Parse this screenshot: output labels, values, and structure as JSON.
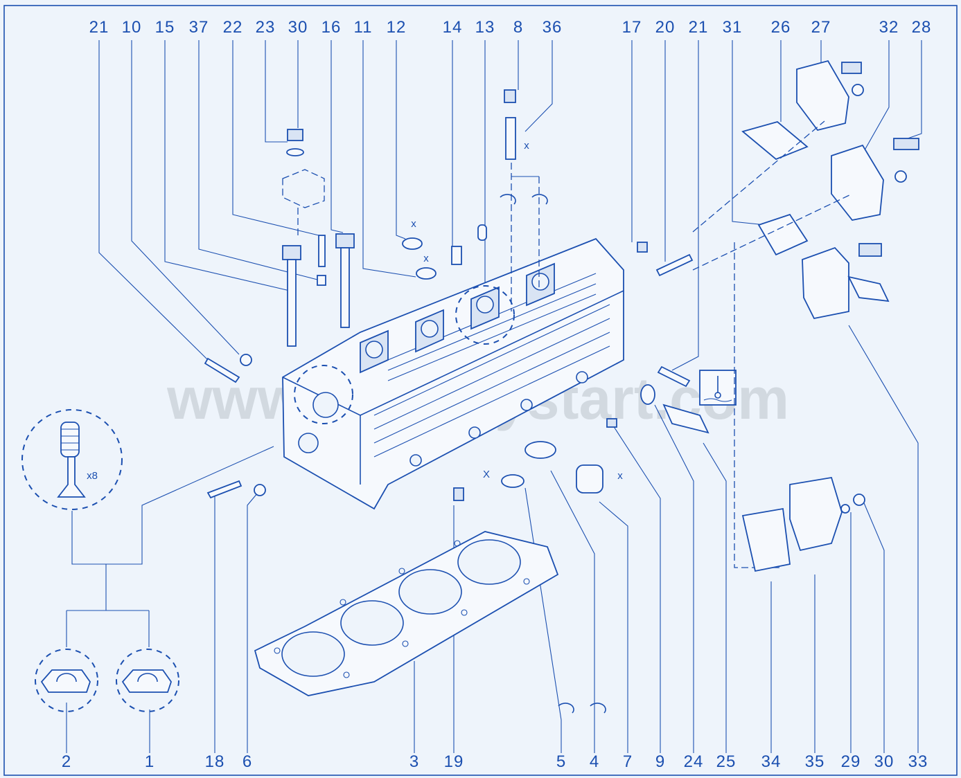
{
  "watermark": "www.partsbystart.com",
  "labels": {
    "top": [
      "21",
      "10",
      "15",
      "37",
      "22",
      "23",
      "30",
      "16",
      "11",
      "12",
      "14",
      "13",
      "8",
      "36",
      "17",
      "20",
      "21",
      "31",
      "26",
      "27",
      "32",
      "28"
    ],
    "bottom": [
      "2",
      "1",
      "18",
      "6",
      "3",
      "19",
      "5",
      "4",
      "7",
      "9",
      "24",
      "25",
      "34",
      "35",
      "29",
      "30",
      "33"
    ]
  },
  "annotations": {
    "multiplier": "x8",
    "dim": "X",
    "dim_small": "x"
  },
  "colors": {
    "ink": "#1b4fb0",
    "paper": "#eef4fb",
    "watermark": "#c9d0d8"
  }
}
